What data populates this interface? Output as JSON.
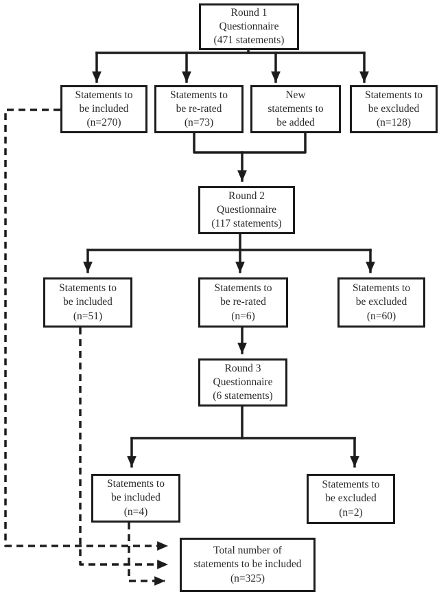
{
  "flowchart": {
    "round1": {
      "text": "Round 1\nQuestionnaire\n(471 statements)"
    },
    "r1_included": {
      "text": "Statements to\nbe included\n(n=270)"
    },
    "r1_rerated": {
      "text": "Statements to\nbe re-rated\n(n=73)"
    },
    "r1_new": {
      "text": "New\nstatements to\nbe added"
    },
    "r1_excluded": {
      "text": "Statements to\nbe excluded\n(n=128)"
    },
    "round2": {
      "text": "Round 2\nQuestionnaire\n(117 statements)"
    },
    "r2_included": {
      "text": "Statements to\nbe included\n(n=51)"
    },
    "r2_rerated": {
      "text": "Statements to\nbe re-rated\n(n=6)"
    },
    "r2_excluded": {
      "text": "Statements to\nbe excluded\n(n=60)"
    },
    "round3": {
      "text": "Round 3\nQuestionnaire\n(6 statements)"
    },
    "r3_included": {
      "text": "Statements to\nbe included\n(n=4)"
    },
    "r3_excluded": {
      "text": "Statements to\nbe excluded\n(n=2)"
    },
    "total": {
      "text": "Total number of\nstatements to be included\n(n=325)"
    }
  },
  "colors": {
    "line_color": "#1c1c1c",
    "box_border": "#1c1c1c",
    "box_fill": "#ffffff",
    "text_color": "#2b2b2b",
    "background": "#ffffff"
  }
}
